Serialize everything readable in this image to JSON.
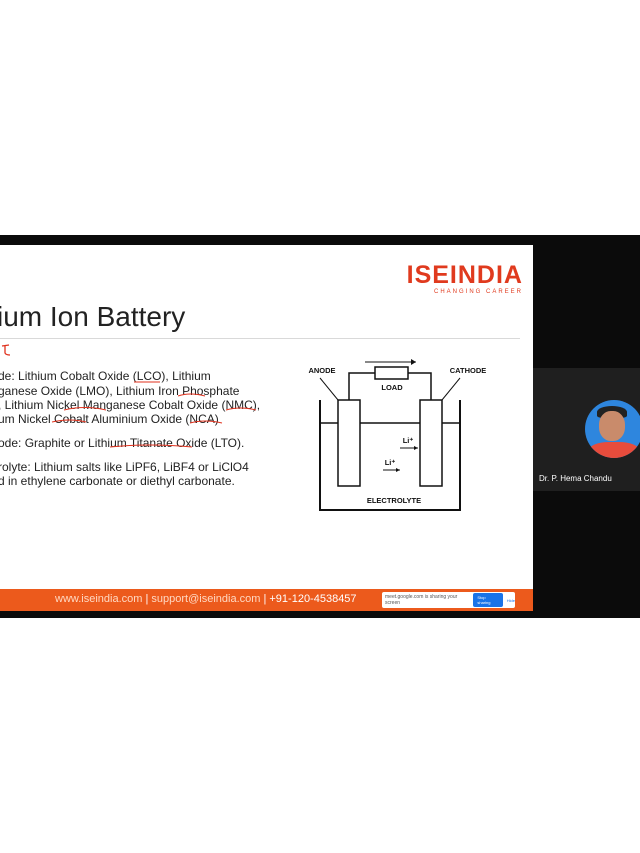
{
  "logo": {
    "text": "ISEINDIA",
    "tagline": "CHANGING CAREER"
  },
  "slide": {
    "title": "ium Ion Battery",
    "lines": [
      "de: Lithium Cobalt Oxide (LCO), Lithium",
      "ganese Oxide (LMO), Lithium Iron Phosphate",
      ", Lithium Nickel Manganese Cobalt Oxide (NMC),",
      "um Nickel Cobalt Aluminium Oxide (NCA)",
      "ode: Graphite or Lithium Titanate Oxide (LTO).",
      "rolyte: Lithium salts like LiPF6, LiBF4 or LiClO4",
      "d in ethylene carbonate or diethyl carbonate."
    ]
  },
  "diagram": {
    "anode_label": "ANODE",
    "cathode_label": "CATHODE",
    "load_label": "LOAD",
    "electrolyte_label": "ELECTROLYTE",
    "ion_label_top": "Li⁺",
    "ion_label_bottom": "Li⁺"
  },
  "footer": {
    "website": "www.iseindia.com",
    "separator": "|",
    "email": "support@iseindia.com",
    "phone": "| +91-120-4538457"
  },
  "share_bar": {
    "message": "meet.google.com is sharing your screen",
    "stop_label": "Stop sharing",
    "hide_label": "Hide"
  },
  "video": {
    "participant_name": "Dr. P. Hema Chandu"
  }
}
